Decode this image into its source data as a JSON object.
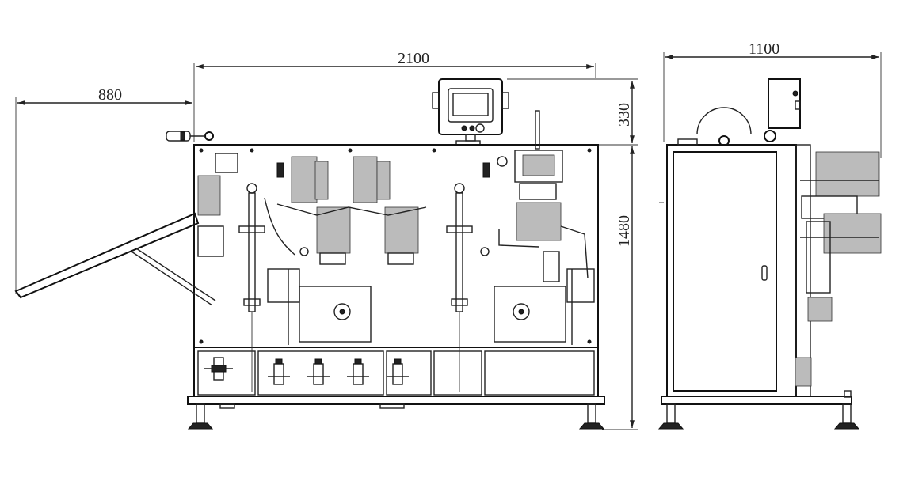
{
  "dimensions": {
    "front_width": "2100",
    "tray_reach": "880",
    "side_width": "1100",
    "top_height": "330",
    "body_height": "1480"
  },
  "colors": {
    "line": "#222222",
    "background": "#ffffff"
  }
}
